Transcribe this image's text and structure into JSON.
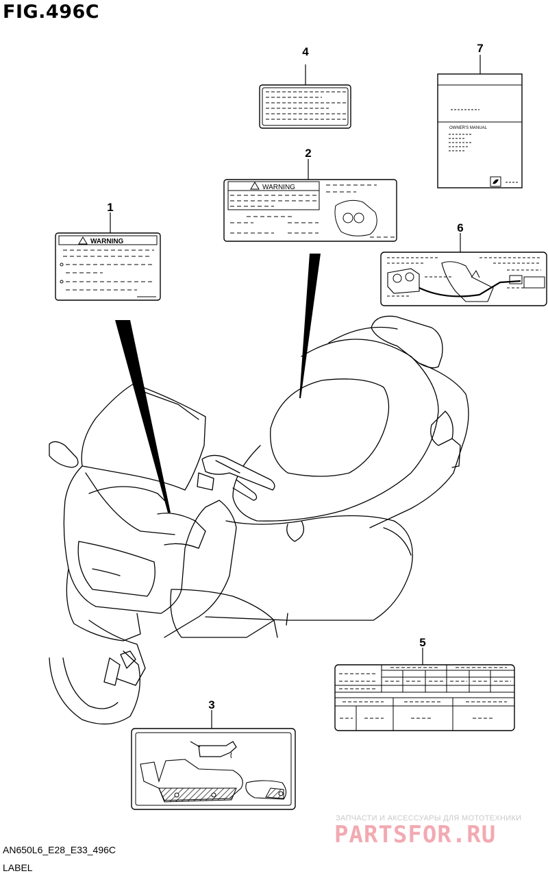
{
  "figure": {
    "title": "FIG.496C",
    "code": "AN650L6_E28_E33_496C",
    "caption": "LABEL"
  },
  "callouts": [
    {
      "id": "1",
      "text": "WARNING"
    },
    {
      "id": "2",
      "text": "WARNING"
    },
    {
      "id": "3"
    },
    {
      "id": "4"
    },
    {
      "id": "5"
    },
    {
      "id": "6"
    },
    {
      "id": "7",
      "text": "OWNER'S MANUAL"
    }
  ],
  "watermark": {
    "line1": "ЗАПЧАСТИ И АКСЕССУАРЫ ДЛЯ МОТОТЕХНИКИ",
    "line2": "PARTSFOR.RU",
    "color": "#f2aab2"
  }
}
